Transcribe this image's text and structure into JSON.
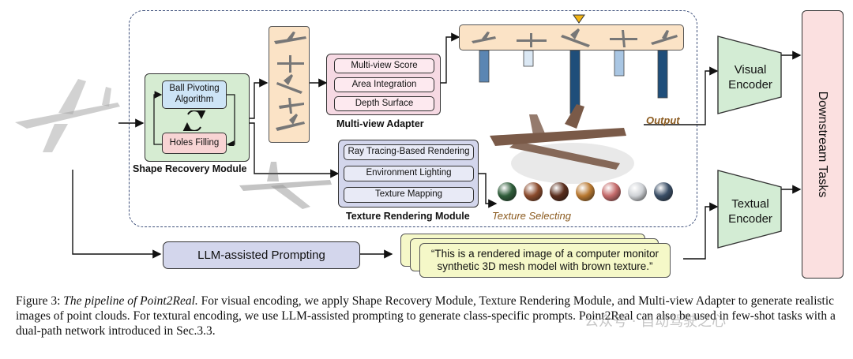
{
  "shape_recovery": {
    "title": "Shape Recovery Module",
    "ball_pivoting": "Ball Pivoting Algorithm",
    "holes_filling": "Holes Filling"
  },
  "multiview_adapter": {
    "title": "Multi-view Adapter",
    "items": [
      "Multi-view Score",
      "Area Integration",
      "Depth Surface"
    ]
  },
  "texture_rendering": {
    "title": "Texture Rendering Module",
    "items": [
      "Ray Tracing-Based Rendering",
      "Environment Lighting",
      "Texture Mapping"
    ]
  },
  "labels": {
    "output": "Output",
    "texture_selecting": "Texture Selecting",
    "llm_prompting": "LLM-assisted Prompting",
    "visual_encoder": "Visual Encoder",
    "textual_encoder": "Textual Encoder",
    "downstream": "Downstream Tasks",
    "prompt_text": "“This is a rendered image of a computer monitor synthetic 3D mesh model with brown texture.”"
  },
  "score_bars": [
    {
      "value": 0.5,
      "color": "#5b86b3"
    },
    {
      "value": 0.25,
      "color": "#dbe8f4"
    },
    {
      "value": 1.0,
      "color": "#1f4e7a"
    },
    {
      "value": 0.4,
      "color": "#a9c6e3"
    },
    {
      "value": 0.75,
      "color": "#1f4e7a"
    }
  ],
  "texture_colors": [
    "#2f5d3a",
    "#8a4a2c",
    "#5a2d1c",
    "#b87830",
    "#c46a6a",
    "#cfd2d6",
    "#3a4e66"
  ],
  "caption": {
    "fig": "Figure 3: ",
    "title": "The pipeline of Point2Real.",
    "body": " For visual encoding, we apply Shape Recovery Module, Texture Rendering Module, and Multi-view Adapter to generate realistic images of point clouds. For textural encoding, we use LLM-assisted prompting to generate class-specific prompts. Point2Real can also be used in few-shot tasks with a dual-path network introduced in Sec.3.3."
  },
  "watermark": "公众号 · 自动驾驶之心"
}
